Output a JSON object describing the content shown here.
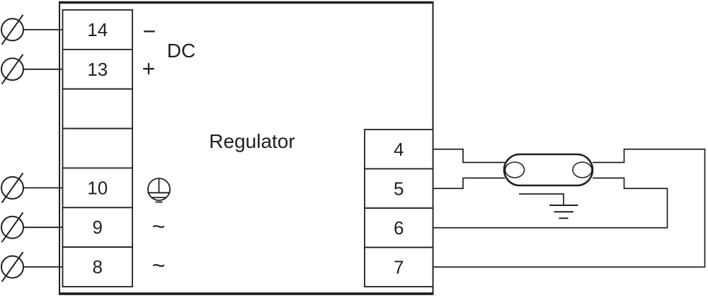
{
  "diagram": {
    "title": "Regulator",
    "colors": {
      "line": "#231f20",
      "background": "#ffffff"
    },
    "left_terminal_block": {
      "cells": [
        {
          "label": "14"
        },
        {
          "label": "13"
        },
        {
          "label": ""
        },
        {
          "label": ""
        },
        {
          "label": "10"
        },
        {
          "label": "9"
        },
        {
          "label": "8"
        }
      ]
    },
    "right_terminal_block": {
      "cells": [
        {
          "label": "4"
        },
        {
          "label": "5"
        },
        {
          "label": "6"
        },
        {
          "label": "7"
        }
      ]
    },
    "labels": {
      "dc_minus": "−",
      "dc_plus": "+",
      "dc": "DC",
      "ac_9": "~",
      "ac_8": "~"
    },
    "icons": {
      "screw_terminal": "screw-terminal-icon",
      "protective_earth": "protective-earth-icon",
      "lamp": "discharge-lamp-icon",
      "ground": "ground-icon"
    },
    "connections": [
      "terminal 4 to lamp left electrode top pin",
      "terminal 5 to lamp left electrode bottom pin",
      "terminal 6 to lamp right electrode bottom pin",
      "terminal 7 to lamp right electrode top pin",
      "lamp strip to ground"
    ]
  }
}
